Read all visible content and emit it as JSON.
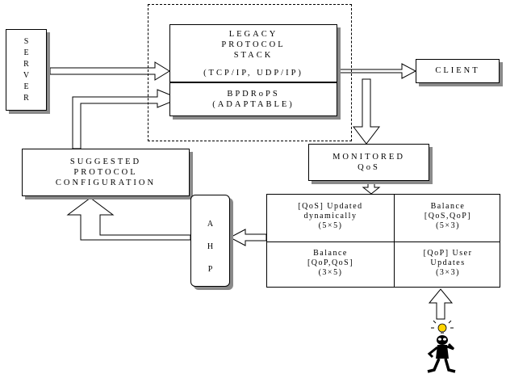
{
  "diagram": {
    "server": "S\nE\nR\nV\nE\nR",
    "legacy_stack": {
      "title": "LEGACY\nPROTOCOL\nSTACK",
      "protocols": "(TCP/IP, UDP/IP)"
    },
    "bpdrops": "BPDRoPS\n(ADAPTABLE)",
    "client": "CLIENT",
    "monitored_qos": "MONITORED\nQoS",
    "suggested_config": "SUGGESTED\nPROTOCOL\nCONFIGURATION",
    "ahp": "A\nH\nP",
    "matrix": {
      "top_left": "[QoS] Updated\ndynamically\n(5×5)",
      "top_right": "Balance\n[QoS,QoP]\n(5×3)",
      "bottom_left": "Balance\n[QoP,QoS]\n(3×5)",
      "bottom_right": "[QoP] User\nUpdates\n(3×3)"
    },
    "user_figure_icon": "thinking-person-icon"
  }
}
